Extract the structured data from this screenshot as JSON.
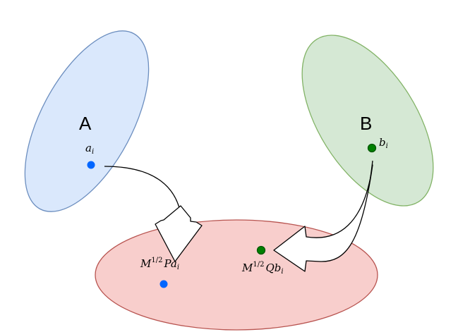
{
  "sets": {
    "A": {
      "label": "A",
      "fill": "#dae8fc",
      "stroke": "#6c8ebf"
    },
    "B": {
      "label": "B",
      "fill": "#d5e8d4",
      "stroke": "#82b366"
    },
    "target": {
      "fill": "#f8cecc",
      "stroke": "#b85450"
    }
  },
  "points": {
    "a_i": {
      "base": "a",
      "sub": "i",
      "color": "#0066ff"
    },
    "b_i": {
      "base": "b",
      "sub": "i",
      "color": "#008000",
      "stroke": "#005700"
    },
    "mapped_a": {
      "prefix": "M",
      "sup": "1/2",
      "body": "Pa",
      "sub": "i",
      "color": "#0066ff"
    },
    "mapped_b": {
      "prefix": "M",
      "sup": "1/2",
      "body": "Qb",
      "sub": "i",
      "color": "#008000",
      "stroke": "#005700"
    }
  },
  "arrows": {
    "color": "#000000",
    "head_fill": "#ffffff"
  }
}
